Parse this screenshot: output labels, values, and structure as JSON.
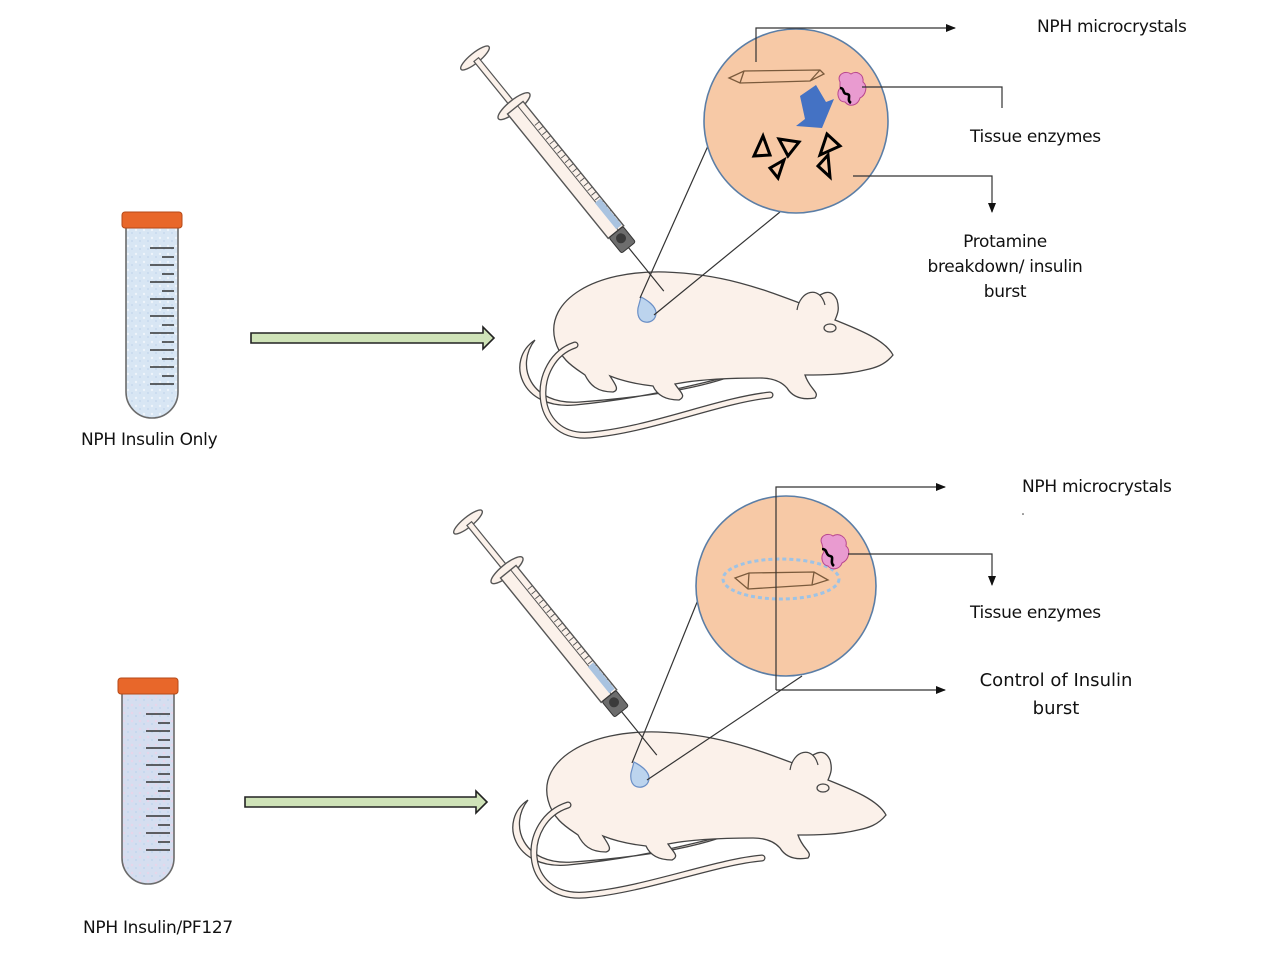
{
  "title": "NPH insulin with and without PF127: subcutaneous release mechanism",
  "colors": {
    "tube_cap": "#e8672a",
    "tube_fill": "#dbe7f3",
    "tube_fill_pf127": "#d9dcee",
    "flow_arrow": "#cfe3b8",
    "zoom_circle": "#f7c9a6",
    "zoom_circle_border": "#5b7ea6",
    "enzyme": "#e99bd0",
    "breakdown_arrow": "#4472c4",
    "mouse_body": "#fbf1ea",
    "injection_drop": "#bcd4ee",
    "gel_halo": "#9dc3e6"
  },
  "panels": [
    {
      "id": "top",
      "formulation_label": "NPH Insulin Only",
      "callouts": {
        "crystals": "NPH microcrystals",
        "enzymes": "Tissue enzymes",
        "outcome": "Protamine breakdown/ insulin burst"
      },
      "circle_content": "crystal-enzymatic-breakdown-into-fragments"
    },
    {
      "id": "bottom",
      "formulation_label": "NPH Insulin/PF127",
      "callouts": {
        "crystals": "NPH microcrystals",
        "enzymes": "Tissue enzymes",
        "outcome": "Control of Insulin burst"
      },
      "circle_content": "crystal-protected-by-gel-halo"
    }
  ],
  "icons": {
    "tube": "centrifuge-tube-icon",
    "syringe": "syringe-icon",
    "mouse": "mouse-icon",
    "crystal": "microcrystal-icon",
    "enzyme": "enzyme-icon",
    "fragments": "triangle-fragment-icon"
  }
}
